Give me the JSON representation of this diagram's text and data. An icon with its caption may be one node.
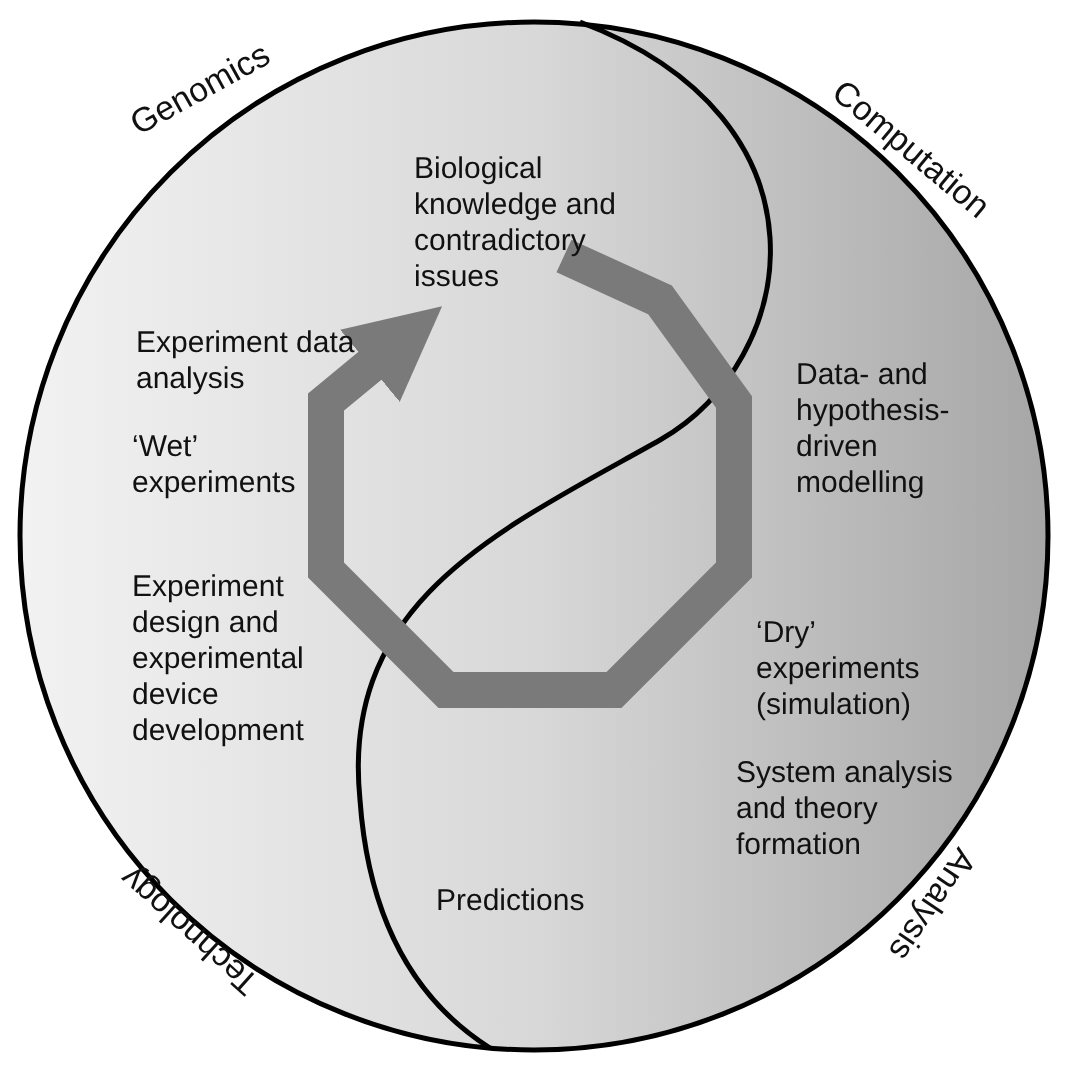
{
  "diagram": {
    "labels": [
      "Genomics",
      "Computation",
      "Biological knowledge and contradictory issues",
      "Experiment data analysis",
      "‘Wet’ experiments",
      "Data- and hypothesis-driven modelling",
      "Experiment design and experimental device development",
      "‘Dry’ experiments (simulation)",
      "System analysis and theory formation",
      "Predictions",
      "Technology",
      "Analysis"
    ]
  }
}
